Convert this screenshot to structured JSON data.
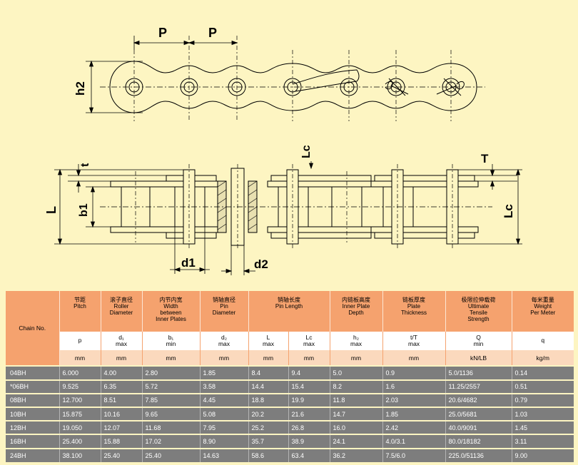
{
  "diagram": {
    "labels": {
      "pitch": "P",
      "h2": "h2",
      "t": "t",
      "L": "L",
      "b1": "b1",
      "Lc": "Lc",
      "T": "T",
      "d1": "d1",
      "d2": "d2"
    },
    "colors": {
      "line": "#000000",
      "plate": "#fdf5c2"
    }
  },
  "table": {
    "chain_header": "Chain No.",
    "columns": [
      {
        "zh": "节距",
        "en": [
          "Pitch"
        ],
        "sym": [
          "p"
        ],
        "unit": "mm"
      },
      {
        "zh": "滚子直径",
        "en": [
          "Roller",
          "Diameter"
        ],
        "sym": [
          "d₁",
          "max"
        ],
        "unit": "mm"
      },
      {
        "zh": "内节内宽",
        "en": [
          "Width",
          "between",
          "Inner Plates"
        ],
        "sym": [
          "b₁",
          "min"
        ],
        "unit": "mm"
      },
      {
        "zh": "销轴直径",
        "en": [
          "Pin",
          "Diameter"
        ],
        "sym": [
          "d₂",
          "max"
        ],
        "unit": "mm"
      },
      {
        "zh": "销轴长度",
        "en": [
          "Pin Length"
        ],
        "sym": [],
        "unit": ""
      },
      {
        "zh": "内链板高度",
        "en": [
          "Inner Plate",
          "Depth"
        ],
        "sym": [
          "h₂",
          "max"
        ],
        "unit": "mm"
      },
      {
        "zh": "链板厚度",
        "en": [
          "Plate",
          "Thickness"
        ],
        "sym": [
          "t/T",
          "max"
        ],
        "unit": "mm"
      },
      {
        "zh": "极限拉伸载荷",
        "en": [
          "Ultimate",
          "Tensile",
          "Strength"
        ],
        "sym": [
          "Q",
          "min"
        ],
        "unit": "kN/LB"
      },
      {
        "zh": "每米重量",
        "en": [
          "Weight",
          "Per Meter"
        ],
        "sym": [
          "q"
        ],
        "unit": "kg/m"
      }
    ],
    "pin_length_sub": [
      {
        "sym": [
          "L",
          "max"
        ],
        "unit": "mm"
      },
      {
        "sym": [
          "Lc",
          "max"
        ],
        "unit": "mm"
      }
    ],
    "rows": [
      [
        "04BH",
        "6.000",
        "4.00",
        "2.80",
        "1.85",
        "8.4",
        "9.4",
        "5.0",
        "0.9",
        "5.0/1136",
        "0.14"
      ],
      [
        "*06BH",
        "9.525",
        "6.35",
        "5.72",
        "3.58",
        "14.4",
        "15.4",
        "8.2",
        "1.6",
        "11.25/2557",
        "0.51"
      ],
      [
        "08BH",
        "12.700",
        "8.51",
        "7.85",
        "4.45",
        "18.8",
        "19.9",
        "11.8",
        "2.03",
        "20.6/4682",
        "0.79"
      ],
      [
        "10BH",
        "15.875",
        "10.16",
        "9.65",
        "5.08",
        "20.2",
        "21.6",
        "14.7",
        "1.85",
        "25.0/5681",
        "1.03"
      ],
      [
        "12BH",
        "19.050",
        "12.07",
        "11.68",
        "7.95",
        "25.2",
        "26.8",
        "16.0",
        "2.42",
        "40.0/9091",
        "1.45"
      ],
      [
        "16BH",
        "25.400",
        "15.88",
        "17.02",
        "8.90",
        "35.7",
        "38.9",
        "24.1",
        "4.0/3.1",
        "80.0/18182",
        "3.11"
      ],
      [
        "24BH",
        "38.100",
        "25.40",
        "25.40",
        "14.63",
        "58.6",
        "63.4",
        "36.2",
        "7.5/6.0",
        "225.0/51136",
        "9.00"
      ]
    ]
  }
}
